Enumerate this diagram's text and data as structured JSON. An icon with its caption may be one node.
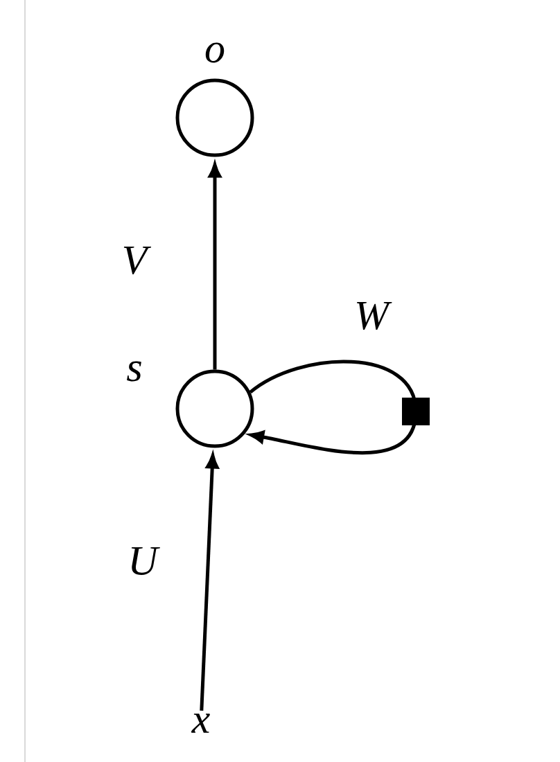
{
  "diagram": {
    "nodes": [
      {
        "text": [
          "o"
        ]
      },
      {
        "text": [
          "s"
        ]
      },
      {
        "text": [
          "x"
        ]
      }
    ],
    "edges": [
      {
        "from": 2,
        "to": 1,
        "arrow": "to",
        "label": "U"
      },
      {
        "from": 1,
        "to": 0,
        "arrow": "to",
        "label": "V"
      },
      {
        "from": 1,
        "to": 1,
        "arrow": "to",
        "label": "W"
      }
    ]
  }
}
